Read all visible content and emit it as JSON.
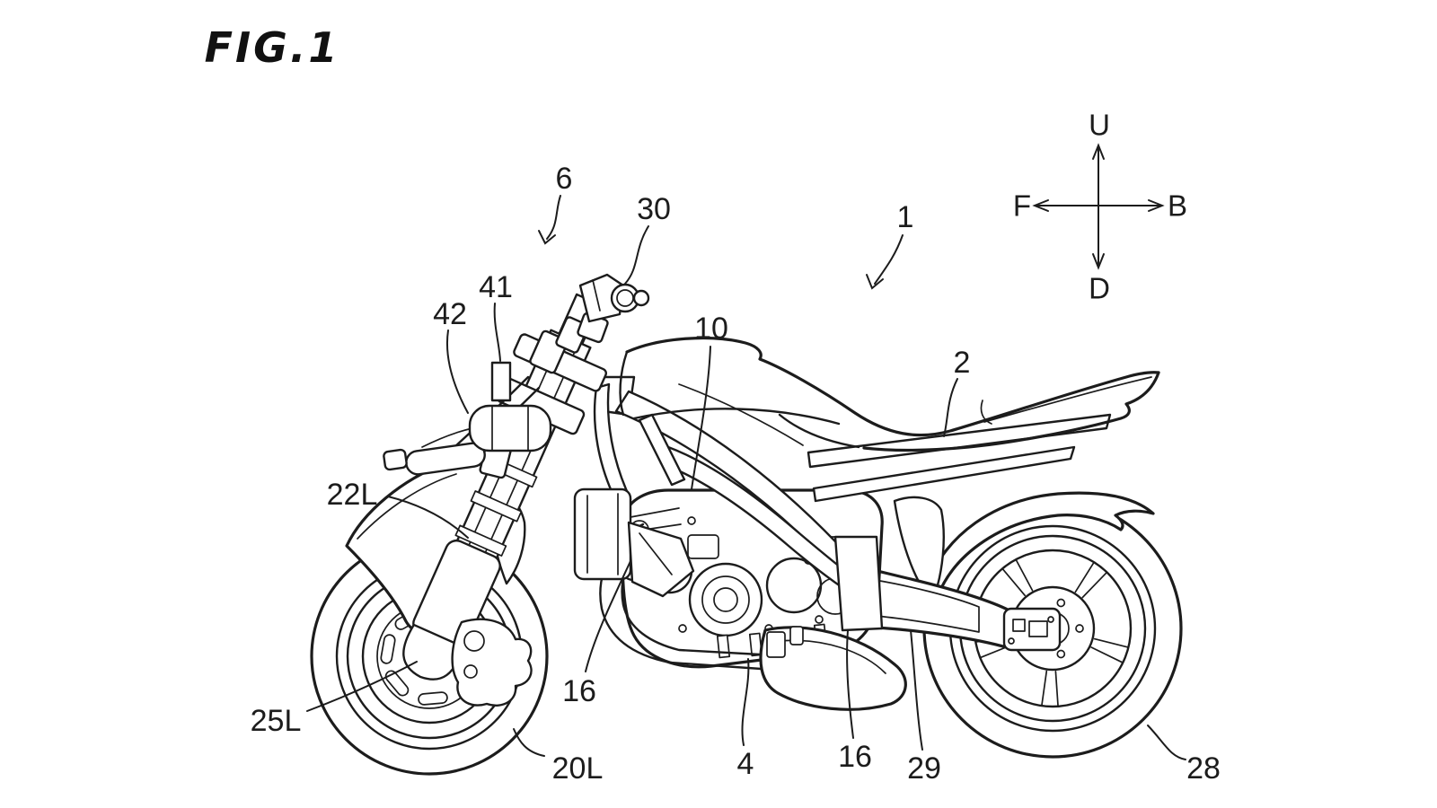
{
  "figure": {
    "title": "FIG.1"
  },
  "compass": {
    "up": "U",
    "down": "D",
    "front": "F",
    "back": "B"
  },
  "reference_labels": {
    "r1": "1",
    "r2": "2",
    "r4": "4",
    "r6": "6",
    "r10": "10",
    "r16_left": "16",
    "r16_right": "16",
    "r20L": "20L",
    "r22L": "22L",
    "r25L": "25L",
    "r28": "28",
    "r29": "29",
    "r30": "30",
    "r41": "41",
    "r42": "42"
  },
  "style": {
    "ink_color": "#1c1c1c",
    "background_color": "#ffffff"
  }
}
